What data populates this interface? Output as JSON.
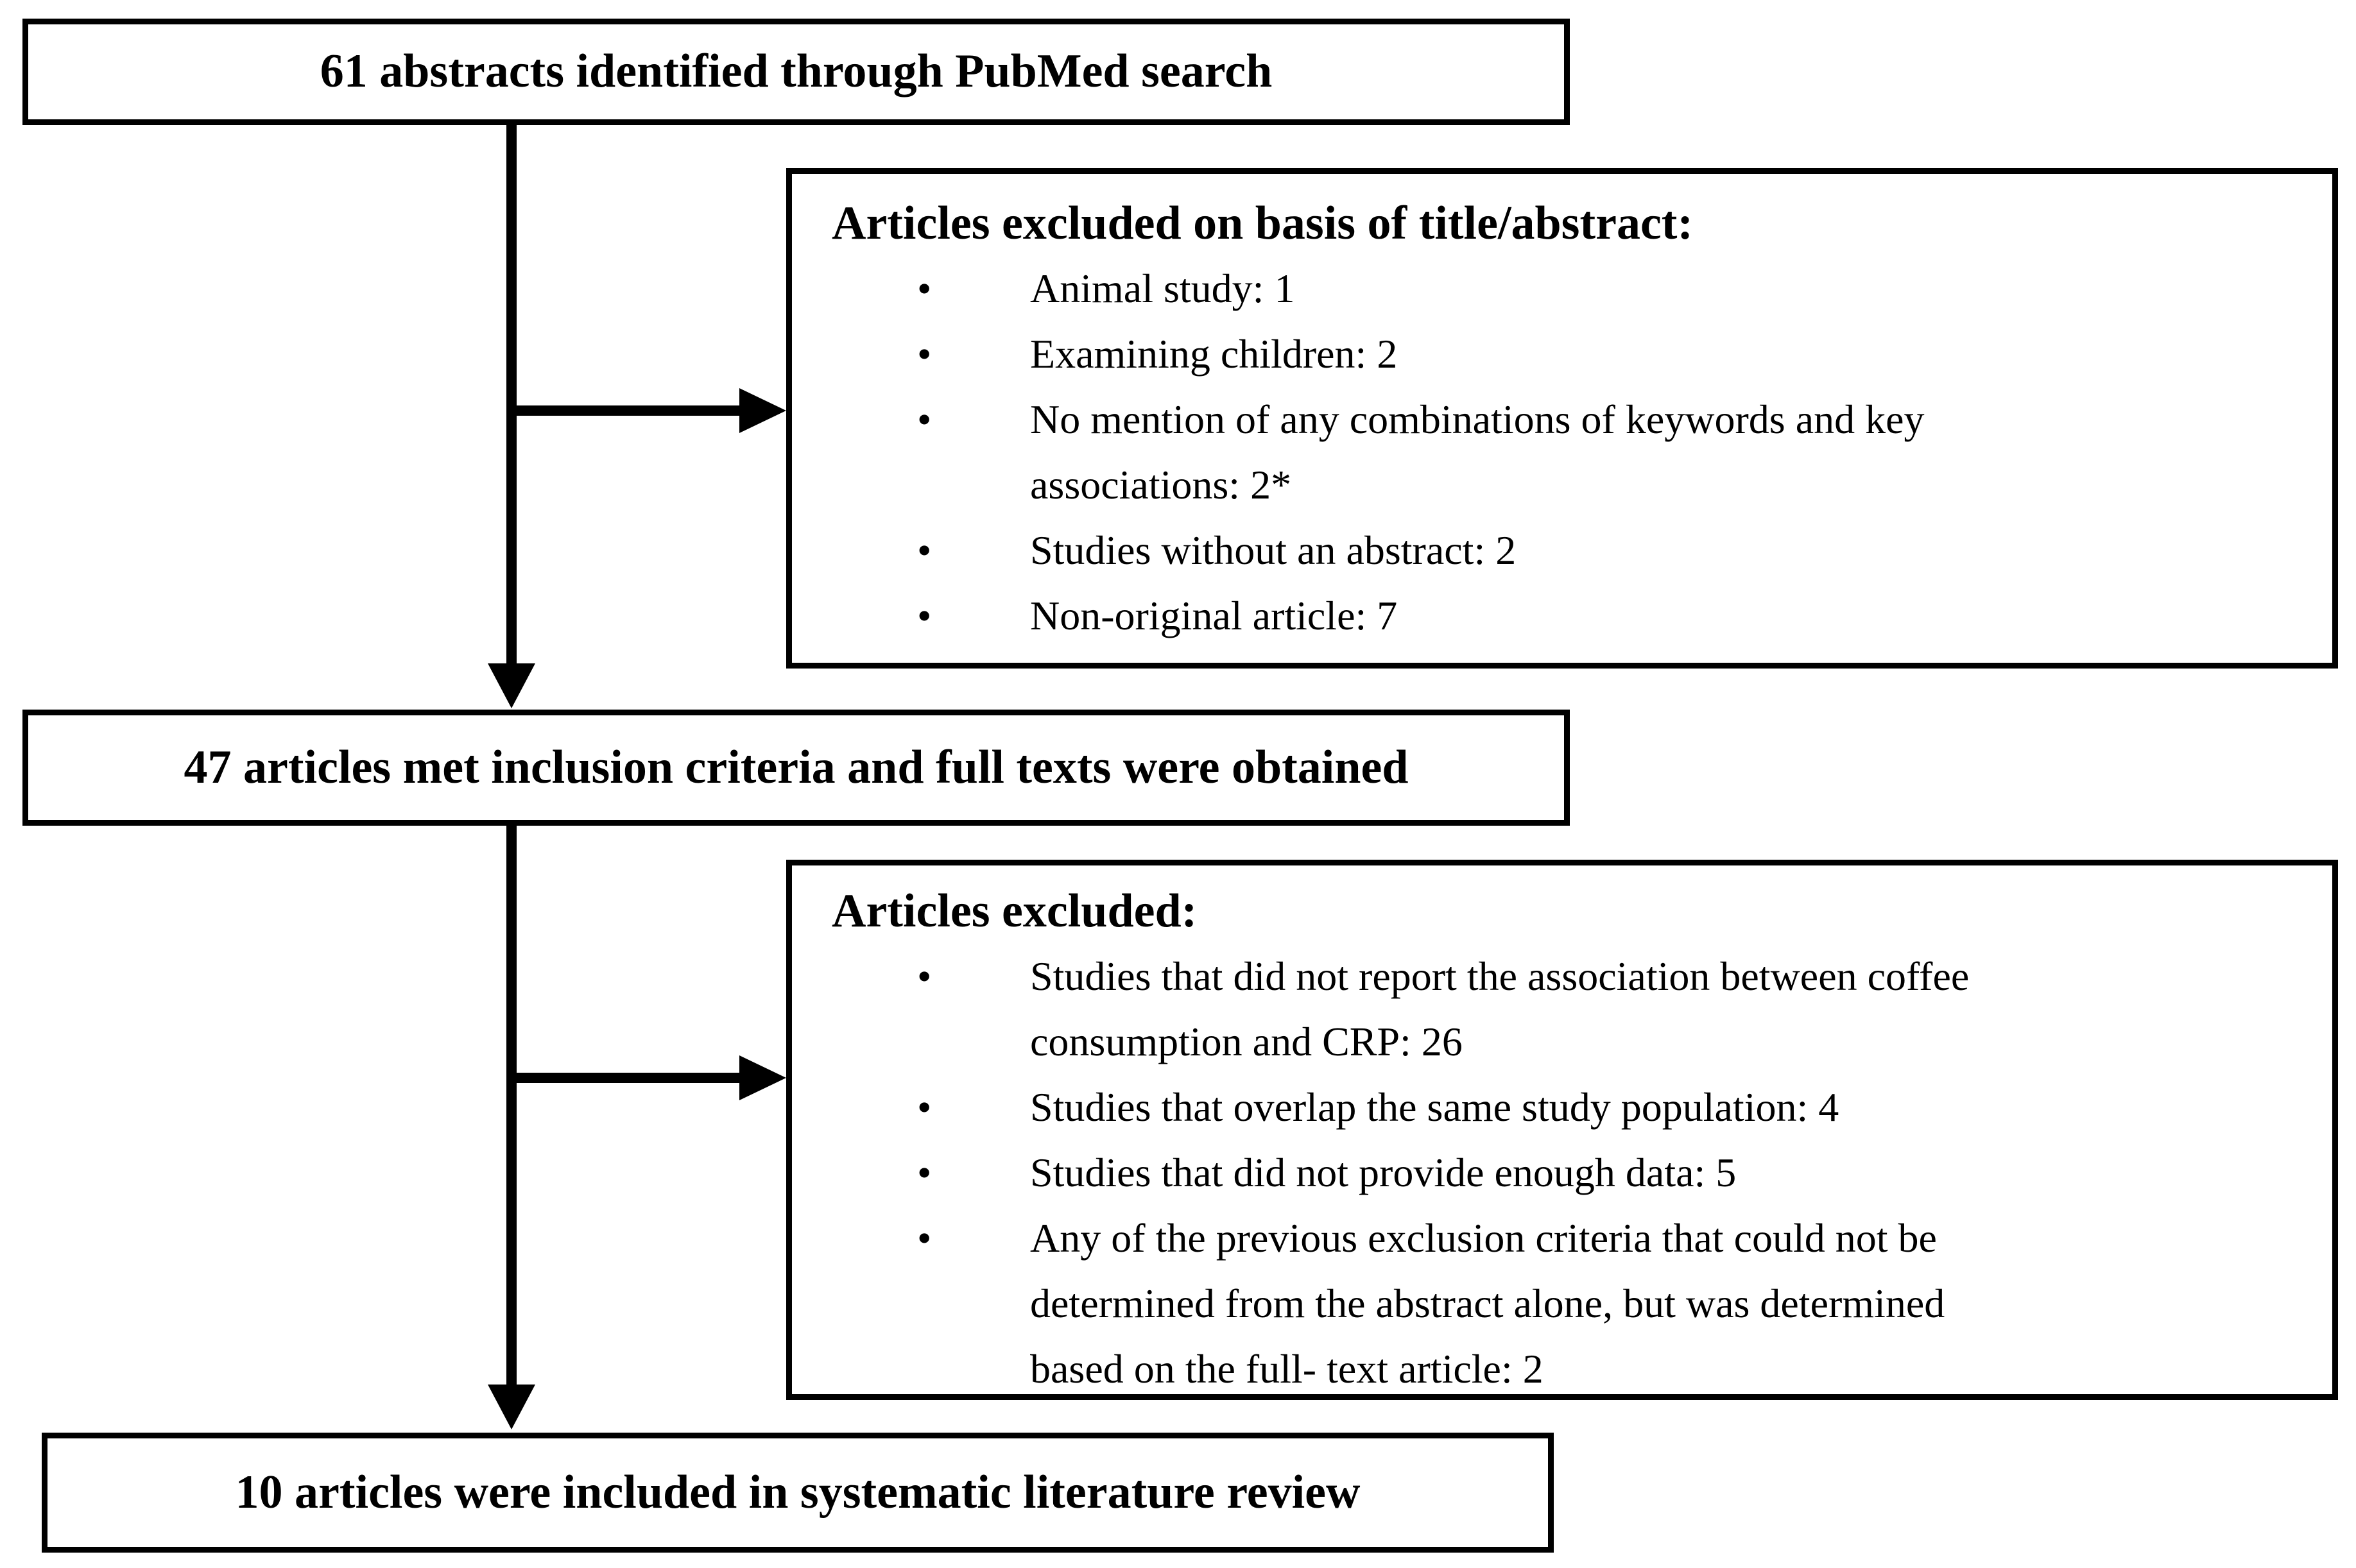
{
  "colors": {
    "background": "#ffffff",
    "line": "#000000",
    "text": "#000000"
  },
  "flow": {
    "top_box": {
      "label": "61 abstracts identified through PubMed search"
    },
    "middle_box": {
      "label": "47 articles met inclusion criteria and full texts were obtained"
    },
    "bottom_box": {
      "label": "10 articles were included in systematic literature review"
    }
  },
  "exclusion_box_1": {
    "title": "Articles excluded on basis of title/abstract:",
    "bullet_icon": "•",
    "items": [
      "Animal study: 1",
      "Examining children: 2",
      "No mention of any combinations of keywords and key\nassociations: 2*",
      "Studies without an abstract: 2",
      "Non-original article: 7"
    ]
  },
  "exclusion_box_2": {
    "title": "Articles excluded:",
    "bullet_icon": "•",
    "items": [
      "Studies that did not report the association between coffee\nconsumption and CRP: 26",
      "Studies that overlap the same study population: 4",
      "Studies that did not provide enough data: 5",
      "Any of the previous exclusion criteria that could not be\ndetermined from the abstract alone, but was determined\nbased on the full- text article: 2"
    ]
  }
}
